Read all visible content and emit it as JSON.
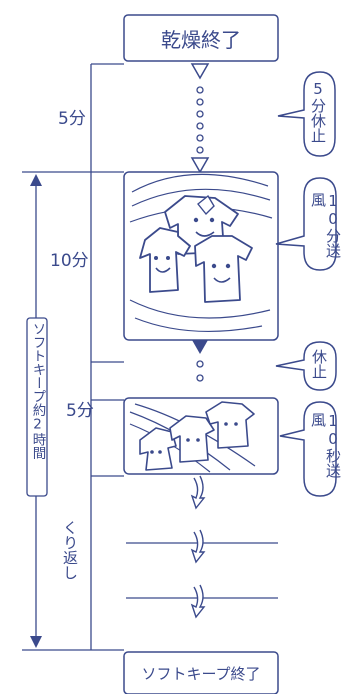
{
  "title_top": "乾燥終了",
  "title_bottom": "ソフトキープ終了",
  "timings": {
    "rest1": "5分",
    "blow1": "10分",
    "rest2": "5分"
  },
  "bubbles": {
    "b1": "5分休止",
    "b2": "10分送風",
    "b3": "休止",
    "b4": "10秒送風"
  },
  "side_label": "ソフトキープ約2時間",
  "repeat_label": "くり返し",
  "colors": {
    "line": "#3b4a8c",
    "light": "#6b7bb5"
  }
}
